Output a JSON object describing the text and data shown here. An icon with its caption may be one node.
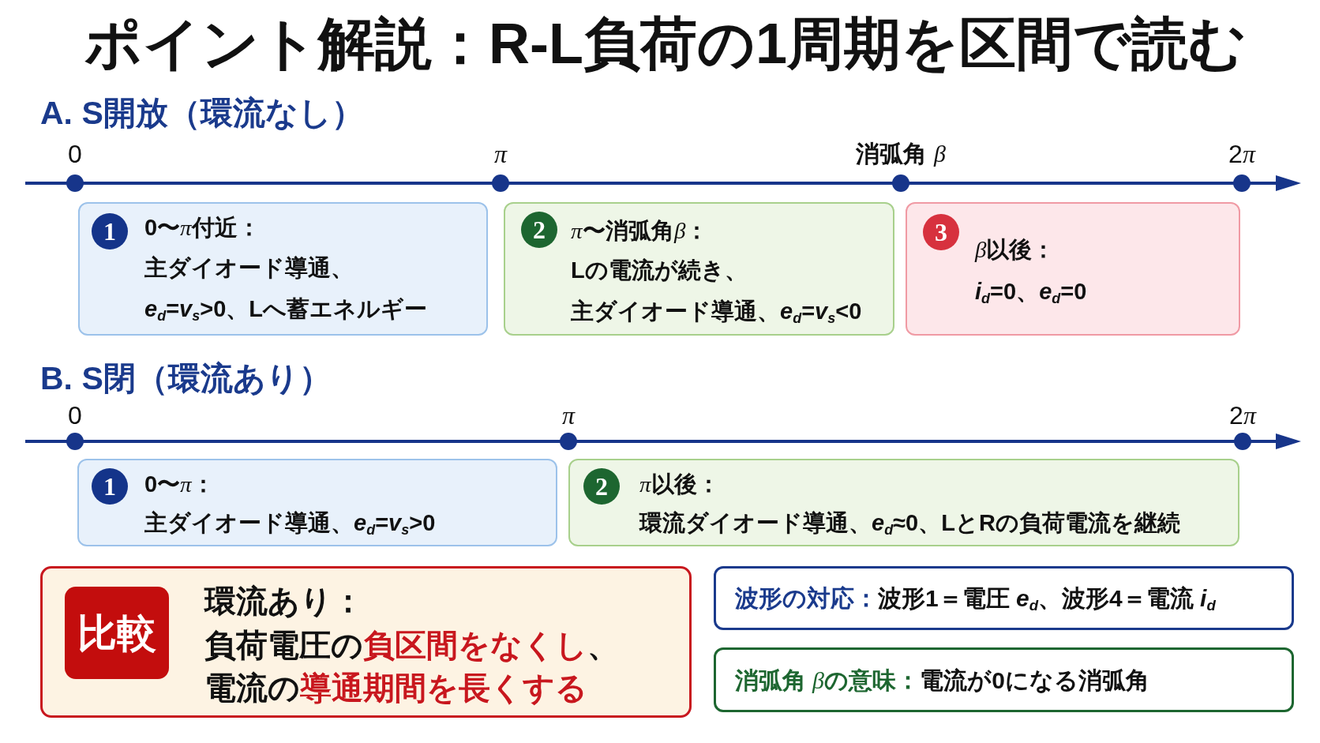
{
  "diagram": {
    "title": "ポイント解説：R-L負荷の1周期を区間で読む",
    "nodes": [
      {
        "text": [
          "0〜π付近：",
          "主ダイオード導通、*e*$_{d}$=*v*$_{s}$>0、Lへ蓄エネルギー"
        ]
      },
      {
        "text": [
          "1"
        ],
        "in": 0
      },
      {
        "text": [
          "π〜消弧角β：",
          "Lの電流が続き、主ダイオード導通、*e*$_{d}$=*v*$_{s}$<0"
        ]
      },
      {
        "text": [
          "2"
        ],
        "in": 2
      },
      {
        "text": [
          "β以後：",
          "*i*$_{d}$=0、*e*$_{d}$=0"
        ]
      },
      {
        "text": [
          "3"
        ],
        "in": 4
      },
      {
        "text": [
          "0〜π：",
          "主ダイオード導通、*e*$_{d}$=*v*$_{s}$>0"
        ]
      },
      {
        "text": [
          "1"
        ],
        "in": 6
      },
      {
        "text": [
          "π以後：",
          "環流ダイオード導通、*e*$_{d}$≈0、LとRの負荷電流を継続"
        ]
      },
      {
        "text": [
          "2"
        ],
        "in": 8
      },
      {
        "text": [
          "環流あり：",
          "負荷電圧の**負区間をなくし**、電流の**導通期間を長くする**"
        ]
      },
      {
        "text": [
          "比較"
        ],
        "in": 10
      },
      {
        "text": [
          "波形の対応：",
          "波形1＝電圧 *e*$_{d}$、波形4＝電流 *i*$_{d}$"
        ]
      },
      {
        "text": [
          "消弧角 βの意味：",
          "電流が0になる消弧角"
        ]
      }
    ],
    "labels": [
      "A. S開放（環流なし）",
      "0",
      "π",
      "消弧角 β",
      "2π",
      "B. S閉（環流あり）",
      "0",
      "π",
      "2π"
    ]
  }
}
